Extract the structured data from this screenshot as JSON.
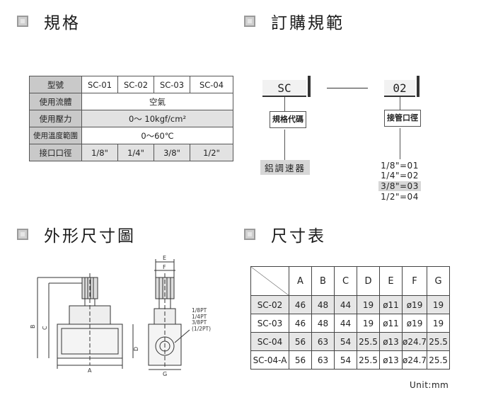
{
  "sections": {
    "spec": "規格",
    "order": "訂購規範",
    "outline": "外形尺寸圖",
    "dims": "尺寸表"
  },
  "spec_table": {
    "header_label": "型號",
    "models": [
      "SC-01",
      "SC-02",
      "SC-03",
      "SC-04"
    ],
    "rows": [
      {
        "label": "使用流體",
        "value": "空氣"
      },
      {
        "label": "使用壓力",
        "value": "0～ 10kgf/cm²"
      },
      {
        "label": "使用溫度範圍",
        "value": "0～60℃"
      }
    ],
    "port_label": "接口口徑",
    "ports": [
      "1/8\"",
      "1/4\"",
      "3/8\"",
      "1/2\""
    ]
  },
  "order": {
    "code1": "SC",
    "code2": "02",
    "label1": "規格代碼",
    "label2": "接管口徑",
    "name": "鋁調速器",
    "options": [
      "1/8\"=01",
      "1/4\"=02",
      "3/8\"=03",
      "1/2\"=04"
    ]
  },
  "drawing": {
    "letters": [
      "A",
      "B",
      "C",
      "D",
      "E",
      "F",
      "G"
    ],
    "threads": [
      "1/8PT",
      "1/4PT",
      "3/8PT",
      "(1/2PT)"
    ]
  },
  "dim_table": {
    "columns": [
      "A",
      "B",
      "C",
      "D",
      "E",
      "F",
      "G"
    ],
    "rows": [
      {
        "model": "SC-02",
        "values": [
          "46",
          "48",
          "44",
          "19",
          "ø11",
          "ø19",
          "19"
        ]
      },
      {
        "model": "SC-03",
        "values": [
          "46",
          "48",
          "44",
          "19",
          "ø11",
          "ø19",
          "19"
        ]
      },
      {
        "model": "SC-04",
        "values": [
          "56",
          "63",
          "54",
          "25.5",
          "ø13",
          "ø24.7",
          "25.5"
        ]
      },
      {
        "model": "SC-04-A",
        "values": [
          "56",
          "63",
          "54",
          "25.5",
          "ø13",
          "ø24.7",
          "25.5"
        ]
      }
    ],
    "unit": "Unit:mm"
  }
}
